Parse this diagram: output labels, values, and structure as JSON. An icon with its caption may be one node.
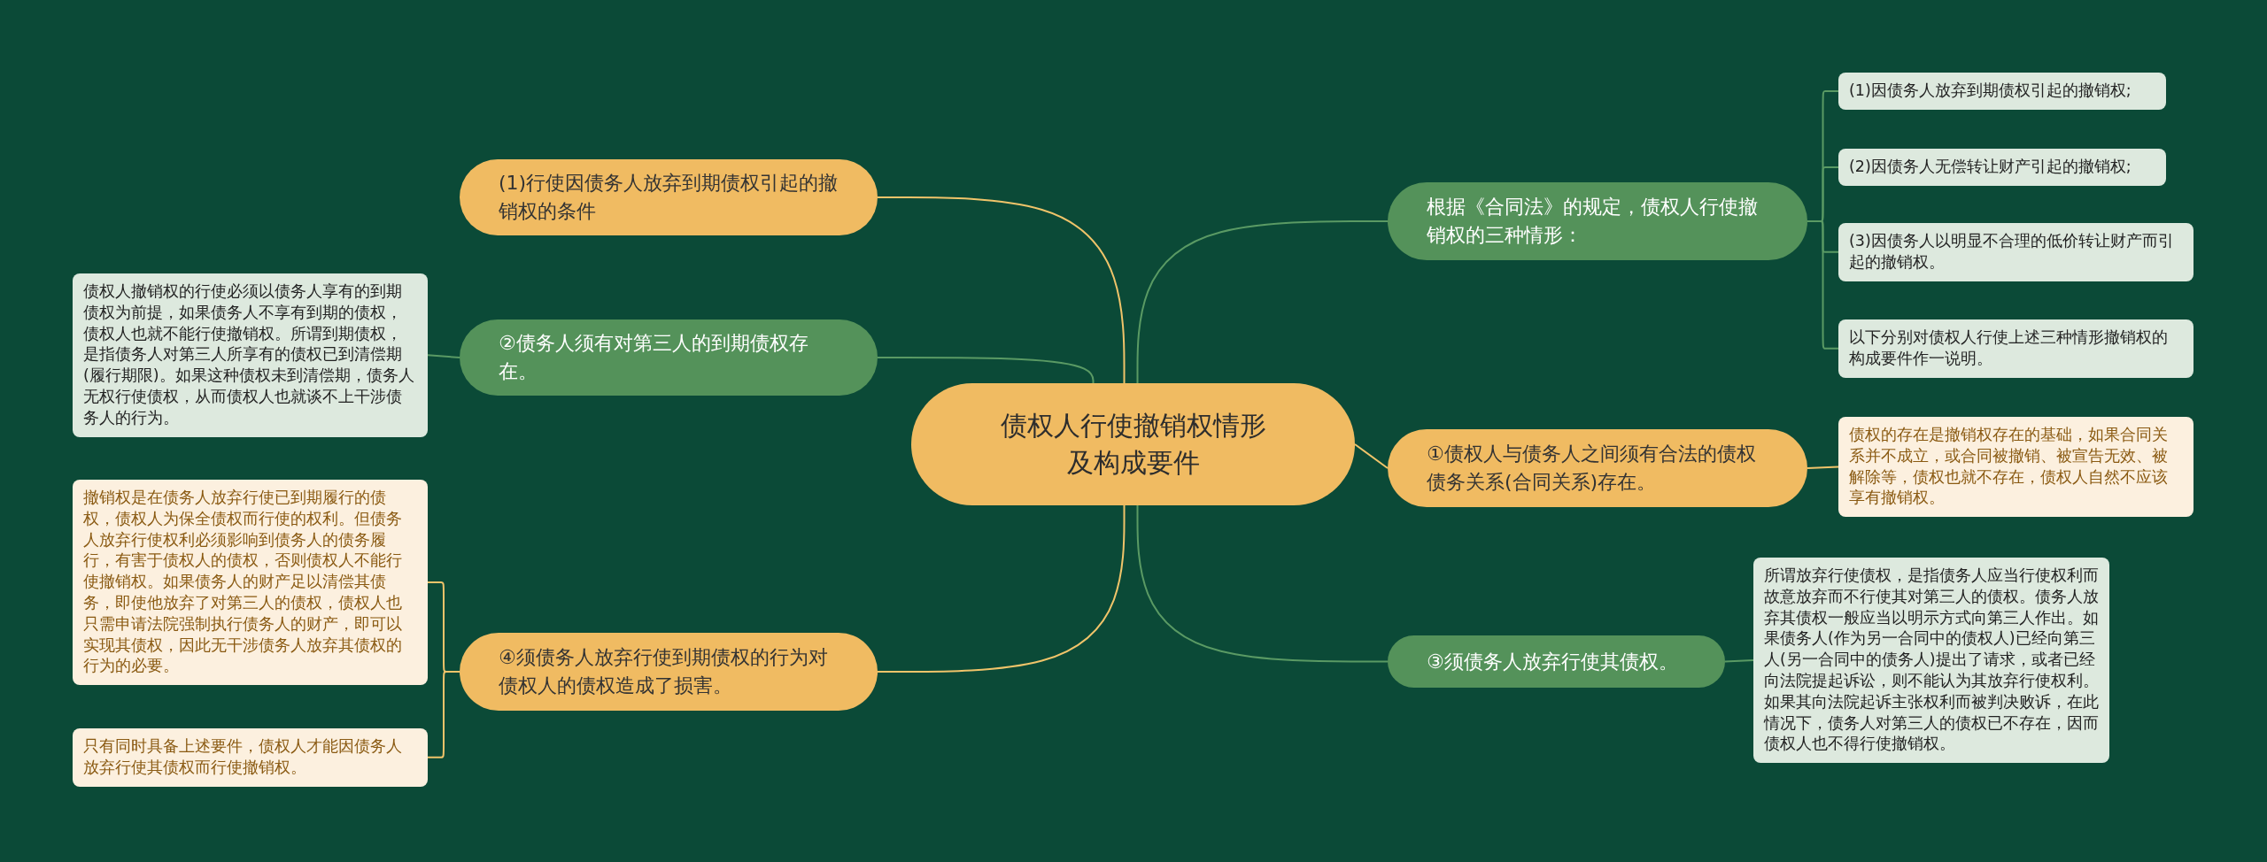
{
  "diagram": {
    "nodes": [
      {
        "text": [
          "债权人行使撤销权情形及构成要件"
        ]
      },
      {
        "text": [
          "(1)行使因债务人放弃到期债权引起的撤销权的条件"
        ]
      },
      {
        "text": [
          "②债务人须有对第三人的到期债权存在。"
        ]
      },
      {
        "text": [
          "债权人撤销权的行使必须以债务人享有的到期债权为前提，如果债务人不享有到期的债权，债权人也就不能行使撤销权。所谓到期债权，是指债务人对第三人所享有的债权已到清偿期(履行期限)。如果这种债权未到清偿期，债务人无权行使债权，从而债权人也就谈不上干涉债务人的行为。"
        ]
      },
      {
        "text": [
          "④须债务人放弃行使到期债权的行为对债权人的债权造成了损害。"
        ]
      },
      {
        "text": [
          "撤销权是在债务人放弃行使已到期履行的债权，债权人为保全债权而行使的权利。但债务人放弃行使权利必须影响到债务人的债务履行，有害于债权人的债权，否则债权人不能行使撤销权。如果债务人的财产足以清偿其债务，即使他放弃了对第三人的债权，债权人也只需申请法院强制执行债务人的财产，即可以实现其债权，因此无干涉债务人放弃其债权的行为的必要。"
        ]
      },
      {
        "text": [
          "只有同时具备上述要件，债权人才能因债务人放弃行使其债权而行使撤销权。"
        ]
      },
      {
        "text": [
          "根据《合同法》的规定，债权人行使撤销权的三种情形："
        ]
      },
      {
        "text": [
          "(1)因债务人放弃到期债权引起的撤销权;"
        ]
      },
      {
        "text": [
          "(2)因债务人无偿转让财产引起的撤销权;"
        ]
      },
      {
        "text": [
          "(3)因债务人以明显不合理的低价转让财产而引起的撤销权。"
        ]
      },
      {
        "text": [
          "以下分别对债权人行使上述三种情形撤销权的构成要件作一说明。"
        ]
      },
      {
        "text": [
          "①债权人与债务人之间须有合法的债权债务关系(合同关系)存在。"
        ]
      },
      {
        "text": [
          "债权的存在是撤销权存在的基础，如果合同关系并不成立，或合同被撤销、被宣告无效、被解除等，债权也就不存在，债权人自然不应该享有撤销权。"
        ]
      },
      {
        "text": [
          "③须债务人放弃行使其债权。"
        ]
      },
      {
        "text": [
          "所谓放弃行使债权，是指债务人应当行使权利而故意放弃而不行使其对第三人的债权。债务人放弃其债权一般应当以明示方式向第三人作出。如果债务人(作为另一合同中的债权人)已经向第三人(另一合同中的债务人)提出了请求，或者已经向法院提起诉讼，则不能认为其放弃行使权利。如果其向法院起诉主张权利而被判决败诉，在此情况下，债务人对第三人的债权已不存在，因而债权人也不得行使撤销权。"
        ]
      }
    ],
    "edges": [
      {
        "from": 0,
        "to": 1,
        "arrow": "none",
        "color": "#f0c46a"
      },
      {
        "from": 0,
        "to": 2,
        "arrow": "none"
      },
      {
        "from": 2,
        "to": 3,
        "arrow": "none"
      },
      {
        "from": 0,
        "to": 4,
        "arrow": "none",
        "color": "#f0c46a"
      },
      {
        "from": 4,
        "to": 5,
        "arrow": "none",
        "color": "#f0c46a"
      },
      {
        "from": 4,
        "to": 6,
        "arrow": "none",
        "color": "#f0c46a"
      },
      {
        "from": 0,
        "to": 7,
        "arrow": "none"
      },
      {
        "from": 7,
        "to": 8,
        "arrow": "none"
      },
      {
        "from": 7,
        "to": 9,
        "arrow": "none"
      },
      {
        "from": 7,
        "to": 10,
        "arrow": "none"
      },
      {
        "from": 7,
        "to": 11,
        "arrow": "none"
      },
      {
        "from": 0,
        "to": 12,
        "arrow": "none",
        "color": "#f0c46a"
      },
      {
        "from": 12,
        "to": 13,
        "arrow": "none",
        "color": "#f0c46a"
      },
      {
        "from": 0,
        "to": 14,
        "arrow": "none"
      },
      {
        "from": 14,
        "to": 15,
        "arrow": "none"
      }
    ]
  }
}
